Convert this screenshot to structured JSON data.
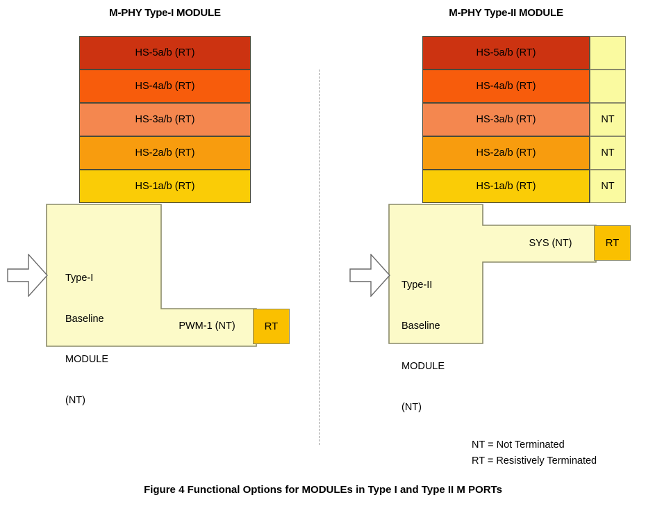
{
  "figure": {
    "caption": "Figure 4 Functional Options for MODULEs in Type I and Type II M PORTs"
  },
  "legend": {
    "items": [
      {
        "abbr": "NT",
        "text": "NT = Not Terminated"
      },
      {
        "abbr": "RT",
        "text": "RT = Resistively Terminated"
      }
    ]
  },
  "colors": {
    "hs5": "#cc3311",
    "hs4": "#f75c0c",
    "hs3": "#f4874f",
    "hs2": "#f89c0e",
    "hs1": "#facc06",
    "baseline_fill": "#fcfac8",
    "nt_fill": "#fafaa0",
    "rt_fill": "#fac000",
    "outline": "#8a8a6a",
    "divider": "#9a9a9a"
  },
  "type1": {
    "title": "M-PHY Type-I MODULE",
    "gears": [
      {
        "label": "HS-5a/b (RT)",
        "color": "#cc3311"
      },
      {
        "label": "HS-4a/b (RT)",
        "color": "#f75c0c"
      },
      {
        "label": "HS-3a/b (RT)",
        "color": "#f4874f"
      },
      {
        "label": "HS-2a/b (RT)",
        "color": "#f89c0e"
      },
      {
        "label": "HS-1a/b (RT)",
        "color": "#facc06"
      }
    ],
    "baseline": {
      "line1": "Type-I",
      "line2": "Baseline",
      "line3": "MODULE",
      "line4": "(NT)"
    },
    "lane": {
      "label": "PWM-1 (NT)",
      "terminator": "RT"
    }
  },
  "type2": {
    "title": "M-PHY Type-II MODULE",
    "gears": [
      {
        "label": "HS-5a/b (RT)",
        "color": "#cc3311",
        "side": ""
      },
      {
        "label": "HS-4a/b (RT)",
        "color": "#f75c0c",
        "side": ""
      },
      {
        "label": "HS-3a/b (RT)",
        "color": "#f4874f",
        "side": "NT"
      },
      {
        "label": "HS-2a/b (RT)",
        "color": "#f89c0e",
        "side": "NT"
      },
      {
        "label": "HS-1a/b (RT)",
        "color": "#facc06",
        "side": "NT"
      }
    ],
    "baseline": {
      "line1": "Type-II",
      "line2": "Baseline",
      "line3": "MODULE",
      "line4": "(NT)"
    },
    "lane": {
      "label": "SYS (NT)",
      "terminator": "RT"
    }
  }
}
